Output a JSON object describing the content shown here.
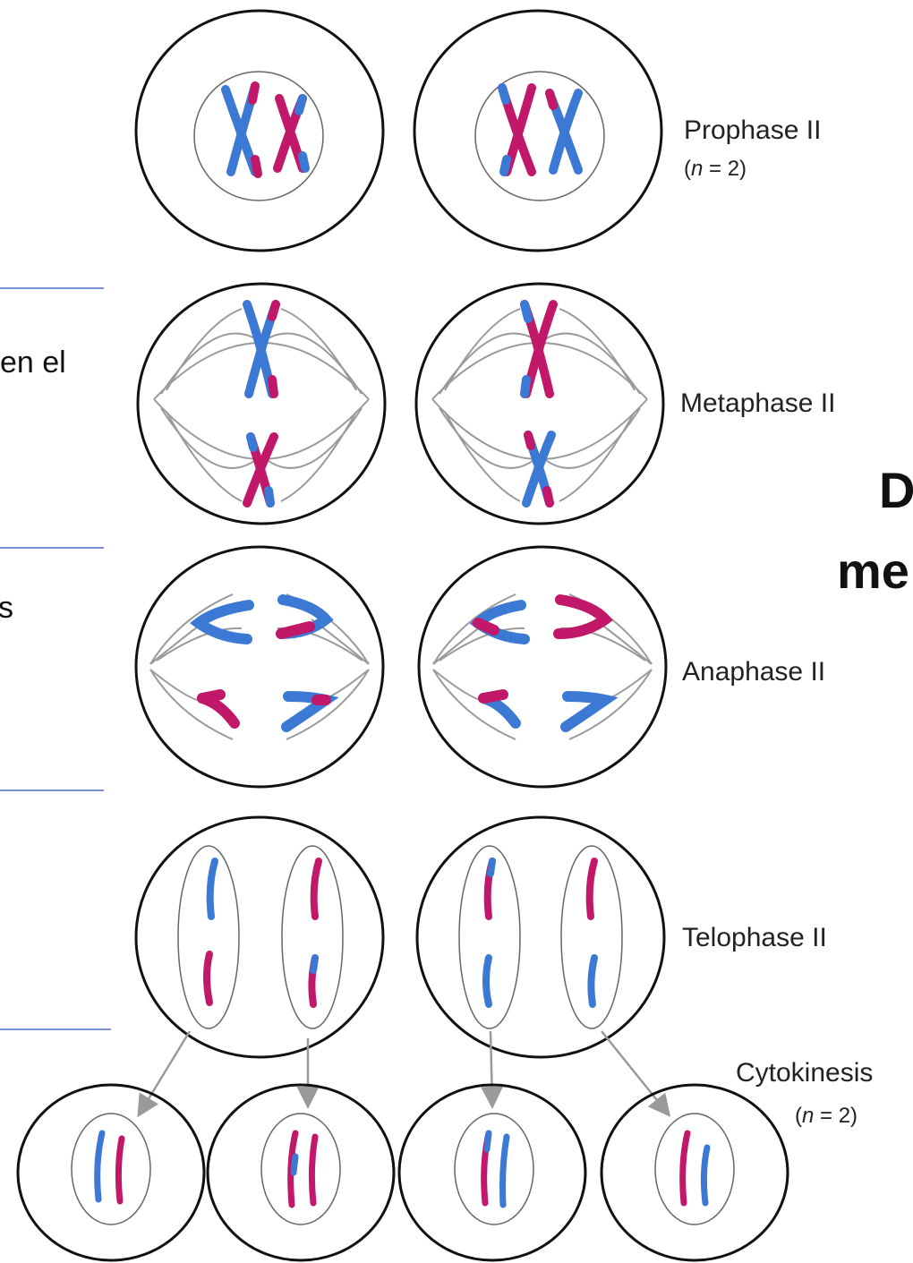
{
  "left_fragments": {
    "frag1": "en el",
    "frag2": "s"
  },
  "right_fragments": {
    "frag1": "D",
    "frag2": "me"
  },
  "stages": {
    "prophase": {
      "label": "Prophase II",
      "ploidy_prefix": "(",
      "ploidy_var": "n",
      "ploidy_suffix": " = 2)"
    },
    "metaphase": {
      "label": "Metaphase II"
    },
    "anaphase": {
      "label": "Anaphase II"
    },
    "telophase": {
      "label": "Telophase II"
    },
    "cytokinesis": {
      "label": "Cytokinesis",
      "ploidy_prefix": "(",
      "ploidy_var": "n",
      "ploidy_suffix": " = 2)"
    }
  },
  "colors": {
    "chromosome_blue": "#3b79d4",
    "chromosome_magenta": "#c2186a",
    "divider_line": "#4a6fc4",
    "cell_outline": "#111111",
    "spindle": "#9a9a9a"
  }
}
